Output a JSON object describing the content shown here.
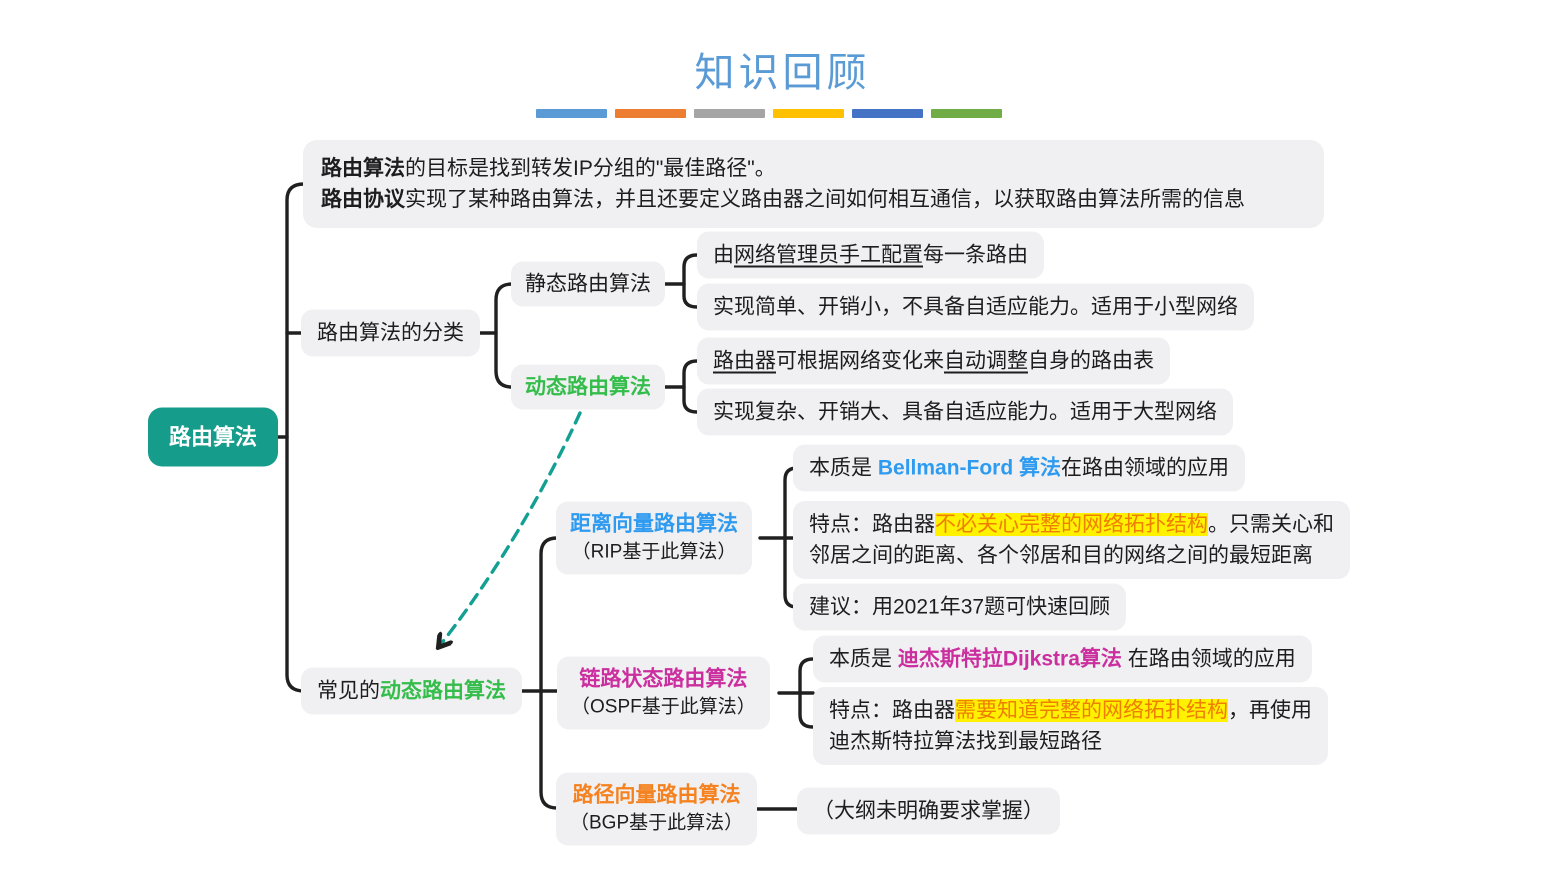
{
  "title": "知识回顾",
  "bars": [
    "#5B9BD5",
    "#ED7D31",
    "#A5A5A5",
    "#FFC000",
    "#4472C4",
    "#70AD47"
  ],
  "intro": {
    "line1": [
      {
        "text": "路由算法",
        "bold": true
      },
      {
        "text": "的目标是找到转发IP分组的\"最佳路径\"。"
      }
    ],
    "line2": [
      {
        "text": "路由协议",
        "bold": true
      },
      {
        "text": "实现了某种路由算法，并且还要定义路由器之间如何相互通信，以获取路由算法所需的信息"
      }
    ]
  },
  "root": {
    "label": "路由算法"
  },
  "classification": {
    "label": "路由算法的分类"
  },
  "static_branch": {
    "label": "静态路由算法",
    "config": [
      {
        "text": "由"
      },
      {
        "text": "网络管理员手工配置",
        "underline": true
      },
      {
        "text": "每一条路由"
      }
    ],
    "feature": [
      {
        "text": "实现简单、开销小，不具备自适应能力。适用于小型网络"
      }
    ]
  },
  "dynamic_branch": {
    "label": "动态路由算法",
    "adjust": [
      {
        "text": "路由器",
        "underline": true
      },
      {
        "text": "可根据网络变化来"
      },
      {
        "text": "自动调整",
        "underline": true
      },
      {
        "text": "自身的路由表"
      }
    ],
    "feature": [
      {
        "text": "实现复杂、开销大、具备自适应能力。适用于大型网络"
      }
    ]
  },
  "common": {
    "label": [
      {
        "text": "常见的"
      },
      {
        "text": "动态路由算法",
        "color": "green",
        "bold": true
      }
    ]
  },
  "distance_vector": {
    "title": "距离向量路由算法",
    "subtitle": "（RIP基于此算法）",
    "essence": [
      {
        "text": "本质是 "
      },
      {
        "text": "Bellman-Ford 算法",
        "color": "blue",
        "bold": true
      },
      {
        "text": "在路由领域的应用"
      }
    ],
    "feature": [
      {
        "text": "特点：路由器"
      },
      {
        "text": "不必关心完整的网络拓扑结构",
        "highlight": true
      },
      {
        "text": "。只需关心和"
      },
      {
        "br": true
      },
      {
        "text": "邻居之间的距离、各个邻居和目的网络之间的最短距离"
      }
    ],
    "tip": [
      {
        "text": "建议：用2021年37题可快速回顾"
      }
    ]
  },
  "link_state": {
    "title": "链路状态路由算法",
    "subtitle": "（OSPF基于此算法）",
    "essence": [
      {
        "text": "本质是 "
      },
      {
        "text": "迪杰斯特拉Dijkstra算法",
        "color": "magenta",
        "bold": true
      },
      {
        "text": " 在路由领域的应用"
      }
    ],
    "feature": [
      {
        "text": "特点：路由器"
      },
      {
        "text": "需要知道完整的网络拓扑结构",
        "highlight": true
      },
      {
        "text": "，再使用"
      },
      {
        "br": true
      },
      {
        "text": "迪杰斯特拉算法找到最短路径"
      }
    ]
  },
  "path_vector": {
    "title": "路径向量路由算法",
    "subtitle": "（BGP基于此算法）",
    "note": [
      {
        "text": "（大纲未明确要求掌握）"
      }
    ]
  },
  "colors": {
    "root_bg": "#169C8B",
    "green": "#35BD4B",
    "blue": "#2E9BF0",
    "magenta": "#CB2E9E",
    "orange": "#F5821F",
    "highlight_bg": "#FFF100",
    "highlight_text": "#EE7F00",
    "title_blue": "#5B9BD5",
    "arrow_teal": "#13A093"
  }
}
